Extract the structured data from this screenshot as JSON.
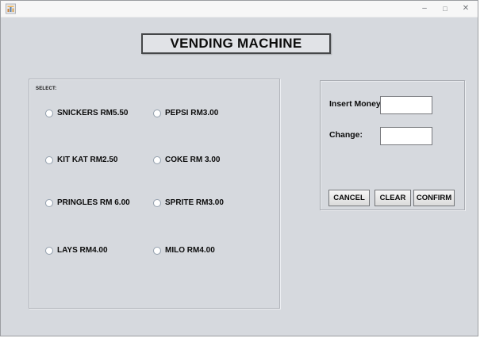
{
  "window": {
    "title": "",
    "controls": {
      "minimize_glyph": "–",
      "maximize_glyph": "□",
      "close_glyph": "✕"
    }
  },
  "header": {
    "title": "VENDING MACHINE"
  },
  "select_panel": {
    "label": "SELECT:",
    "options": [
      {
        "label": "SNICKERS RM5.50",
        "selected": false
      },
      {
        "label": "PEPSI RM3.00",
        "selected": false
      },
      {
        "label": "KIT KAT RM2.50",
        "selected": false
      },
      {
        "label": "COKE RM 3.00",
        "selected": false
      },
      {
        "label": "PRINGLES RM 6.00",
        "selected": false
      },
      {
        "label": "SPRITE RM3.00",
        "selected": false
      },
      {
        "label": "LAYS RM4.00",
        "selected": false
      },
      {
        "label": "MILO RM4.00",
        "selected": false
      }
    ]
  },
  "payment_panel": {
    "insert_money_label": "Insert Money:",
    "insert_money_value": "",
    "change_label": "Change:",
    "change_value": "",
    "buttons": [
      {
        "label": "CANCEL"
      },
      {
        "label": "CLEAR"
      },
      {
        "label": "CONFIRM"
      }
    ]
  },
  "colors": {
    "window_background": "#d6d9de",
    "titlebar_background": "#f7f7f7",
    "title_box_background": "#e1e3e7",
    "title_box_border": "#454749",
    "button_face": "#e9e9e9",
    "field_background": "#ffffff"
  }
}
